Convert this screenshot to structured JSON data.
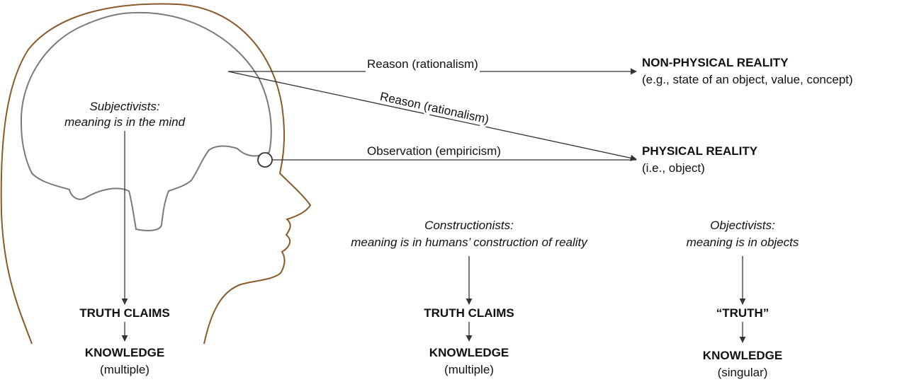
{
  "colors": {
    "head_outline": "#8B5A2B",
    "brain_outline": "#7a7a7a",
    "arrow": "#333333",
    "text": "#111111"
  },
  "subjectivists": {
    "heading": "Subjectivists:",
    "description": "meaning is in the mind",
    "truth_claims": "TRUTH CLAIMS",
    "knowledge": "KNOWLEDGE",
    "knowledge_note": "(multiple)"
  },
  "constructionists": {
    "heading": "Constructionists:",
    "description": "meaning is in humans’ construction of reality",
    "truth_claims": "TRUTH CLAIMS",
    "knowledge": "KNOWLEDGE",
    "knowledge_note": "(multiple)"
  },
  "objectivists": {
    "heading": "Objectivists:",
    "description": "meaning is in objects",
    "truth": "“TRUTH”",
    "knowledge": "KNOWLEDGE",
    "knowledge_note": "(singular)"
  },
  "paths": {
    "reason_top": "Reason (rationalism)",
    "reason_diagonal": "Reason (rationalism)",
    "observation": "Observation (empiricism)"
  },
  "realities": {
    "non_physical_title": "NON-PHYSICAL REALITY",
    "non_physical_note": "(e.g., state of an object, value, concept)",
    "physical_title": "PHYSICAL REALITY",
    "physical_note": "(i.e., object)"
  }
}
